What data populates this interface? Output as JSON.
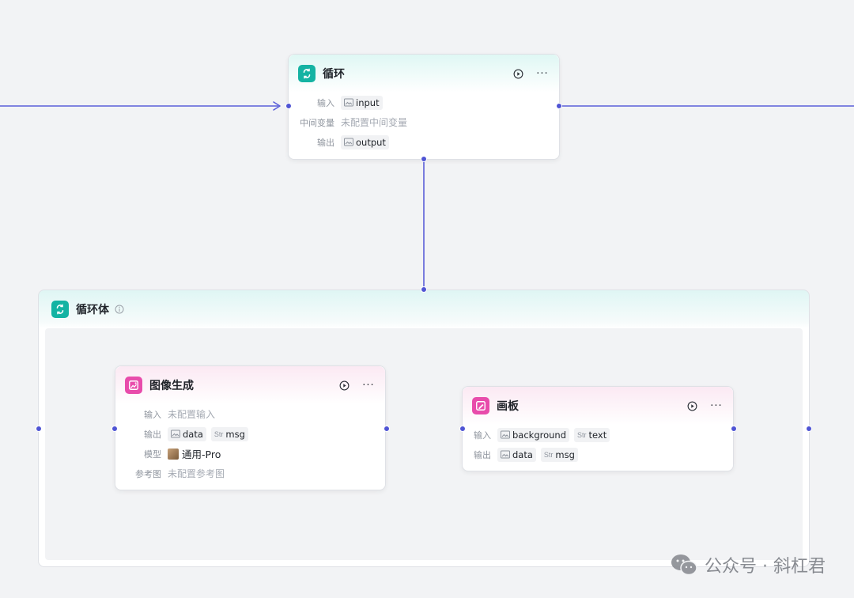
{
  "loop_node": {
    "title": "循环",
    "icon": "loop-icon",
    "rows": {
      "input": {
        "label": "输入",
        "value": "input"
      },
      "intermediate": {
        "label": "中间变量",
        "value": "未配置中间变量"
      },
      "output": {
        "label": "输出",
        "value": "output"
      }
    }
  },
  "loop_body": {
    "title": "循环体",
    "icon": "loop-icon"
  },
  "image_gen_node": {
    "title": "图像生成",
    "icon": "image-gen-icon",
    "rows": {
      "input": {
        "label": "输入",
        "value": "未配置输入"
      },
      "output": {
        "label": "输出",
        "tags": [
          "data",
          "msg"
        ],
        "tag_types": [
          "image",
          "Str"
        ]
      },
      "model": {
        "label": "模型",
        "value": "通用-Pro"
      },
      "reference": {
        "label": "参考图",
        "value": "未配置参考图"
      }
    }
  },
  "canvas_node": {
    "title": "画板",
    "icon": "canvas-board-icon",
    "rows": {
      "input": {
        "label": "输入",
        "tags": [
          "background",
          "text"
        ],
        "tag_types": [
          "image",
          "Str"
        ]
      },
      "output": {
        "label": "输出",
        "tags": [
          "data",
          "msg"
        ],
        "tag_types": [
          "image",
          "Str"
        ]
      }
    }
  },
  "type_labels": {
    "str": "Str"
  },
  "watermark": {
    "text": "公众号 · 斜杠君"
  },
  "colors": {
    "edge": "#5b5fd9",
    "loop_accent": "#14b3a3",
    "image_accent": "#e84cab",
    "background": "#f2f3f5"
  }
}
